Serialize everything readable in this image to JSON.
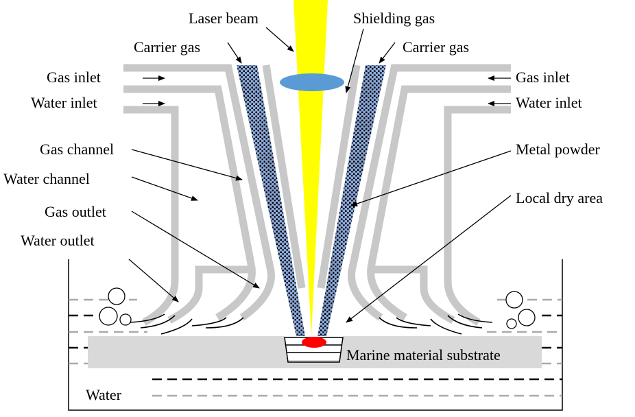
{
  "labels": {
    "laser_beam": "Laser beam",
    "shielding_gas": "Shielding gas",
    "carrier_gas_left": "Carrier gas",
    "carrier_gas_right": "Carrier gas",
    "gas_inlet_left": "Gas inlet",
    "water_inlet_left": "Water inlet",
    "gas_inlet_right": "Gas inlet",
    "water_inlet_right": "Water inlet",
    "gas_channel": "Gas channel",
    "water_channel": "Water channel",
    "gas_outlet": "Gas outlet",
    "water_outlet": "Water outlet",
    "metal_powder": "Metal powder",
    "local_dry_area": "Local dry area",
    "substrate": "Marine material substrate",
    "water": "Water"
  },
  "colors": {
    "laser": "#ffff00",
    "lens": "#5b9bd5",
    "powder": "#8eaadb",
    "walls": "#c8c8c8",
    "substrate": "#d9d9d9",
    "melt_pool": "#ff0000"
  }
}
